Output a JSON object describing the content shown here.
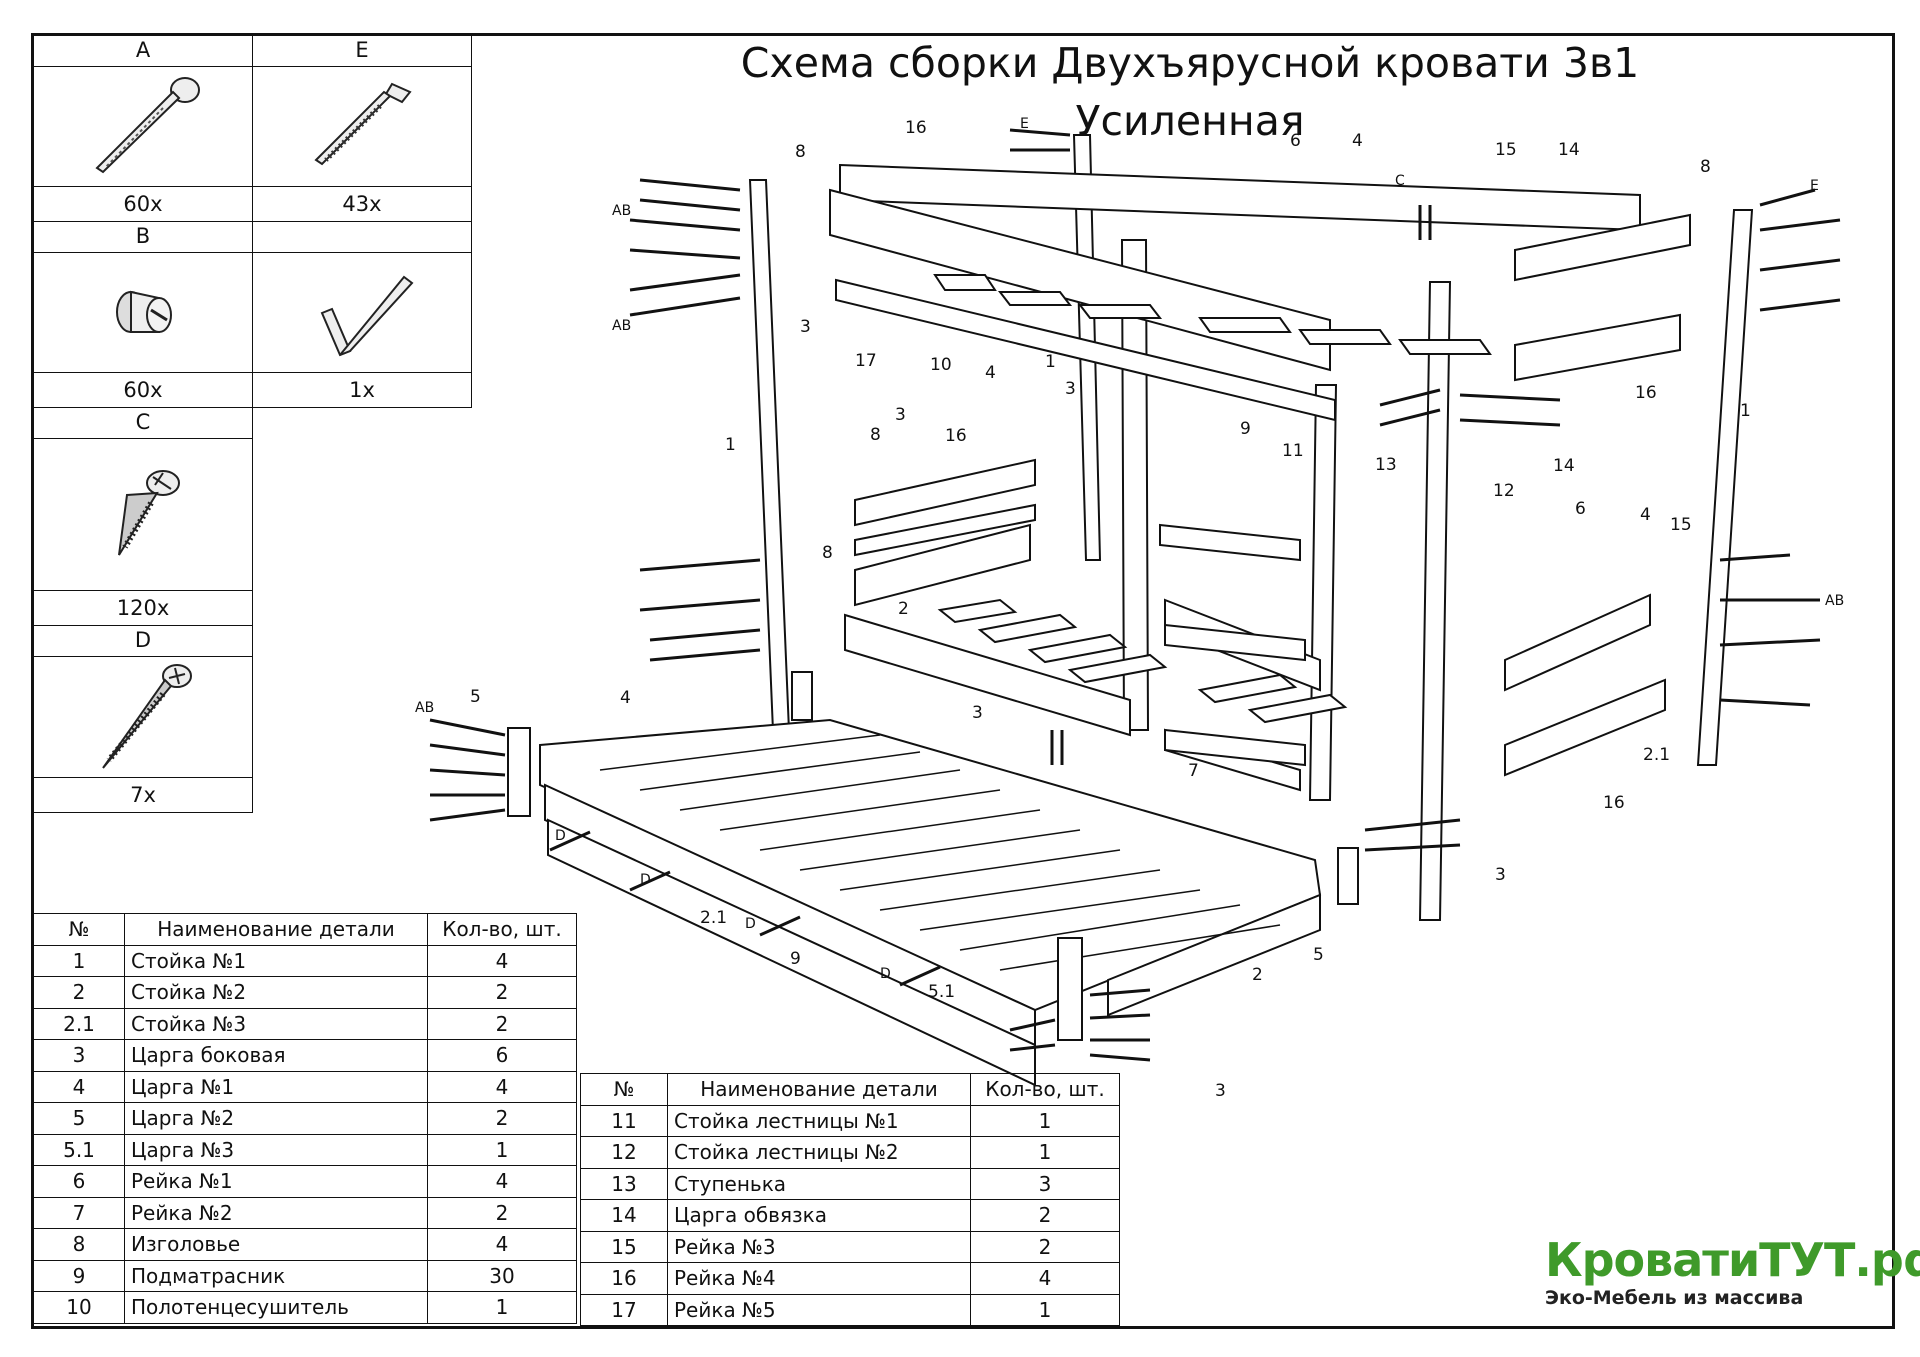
{
  "title": "Схема сборки Двухъярусной кровати 3в1 Усиленная",
  "fasteners": [
    {
      "letter": "A",
      "count": "60x",
      "icon": "hex-bolt-icon"
    },
    {
      "letter": "E",
      "count": "43x",
      "icon": "barrel-screw-icon"
    },
    {
      "letter": "B",
      "count": "60x",
      "icon": "barrel-nut-icon"
    },
    {
      "letter": "",
      "count": "1x",
      "icon": "hex-key-icon"
    },
    {
      "letter": "C",
      "count": "120x",
      "icon": "wood-screw-icon"
    },
    {
      "letter": "D",
      "count": "7x",
      "icon": "long-screw-icon"
    }
  ],
  "table1": {
    "headers": [
      "№",
      "Наименование детали",
      "Кол-во, шт."
    ],
    "rows": [
      [
        "1",
        "Стойка №1",
        "4"
      ],
      [
        "2",
        "Стойка №2",
        "2"
      ],
      [
        "2.1",
        "Стойка №3",
        "2"
      ],
      [
        "3",
        "Царга боковая",
        "6"
      ],
      [
        "4",
        "Царга №1",
        "4"
      ],
      [
        "5",
        "Царга №2",
        "2"
      ],
      [
        "5.1",
        "Царга №3",
        "1"
      ],
      [
        "6",
        "Рейка №1",
        "4"
      ],
      [
        "7",
        "Рейка №2",
        "2"
      ],
      [
        "8",
        "Изголовье",
        "4"
      ],
      [
        "9",
        "Подматрасник",
        "30"
      ],
      [
        "10",
        "Полотенцесушитель",
        "1"
      ]
    ]
  },
  "table2": {
    "headers": [
      "№",
      "Наименование детали",
      "Кол-во, шт."
    ],
    "rows": [
      [
        "11",
        "Стойка лестницы №1",
        "1"
      ],
      [
        "12",
        "Стойка лестницы №2",
        "1"
      ],
      [
        "13",
        "Ступенька",
        "3"
      ],
      [
        "14",
        "Царга обвязка",
        "2"
      ],
      [
        "15",
        "Рейка №3",
        "2"
      ],
      [
        "16",
        "Рейка №4",
        "4"
      ],
      [
        "17",
        "Рейка №5",
        "1"
      ]
    ]
  },
  "logo": {
    "name": "КроватиТУТ.рф",
    "tagline": "Эко-Мебель из массива",
    "color": "#3f9a2a"
  },
  "callouts": [
    "16",
    "8",
    "6",
    "4",
    "15",
    "14",
    "8",
    "3",
    "17",
    "10",
    "4",
    "1",
    "3",
    "16",
    "1",
    "1",
    "3",
    "8",
    "16",
    "9",
    "11",
    "13",
    "12",
    "14",
    "6",
    "4",
    "15",
    "8",
    "2",
    "4",
    "3",
    "7",
    "5",
    "2.1",
    "9",
    "5.1",
    "5",
    "2",
    "3",
    "2.1",
    "16",
    "3",
    "1"
  ],
  "fastener_marks": [
    "AB",
    "E",
    "C",
    "D"
  ]
}
